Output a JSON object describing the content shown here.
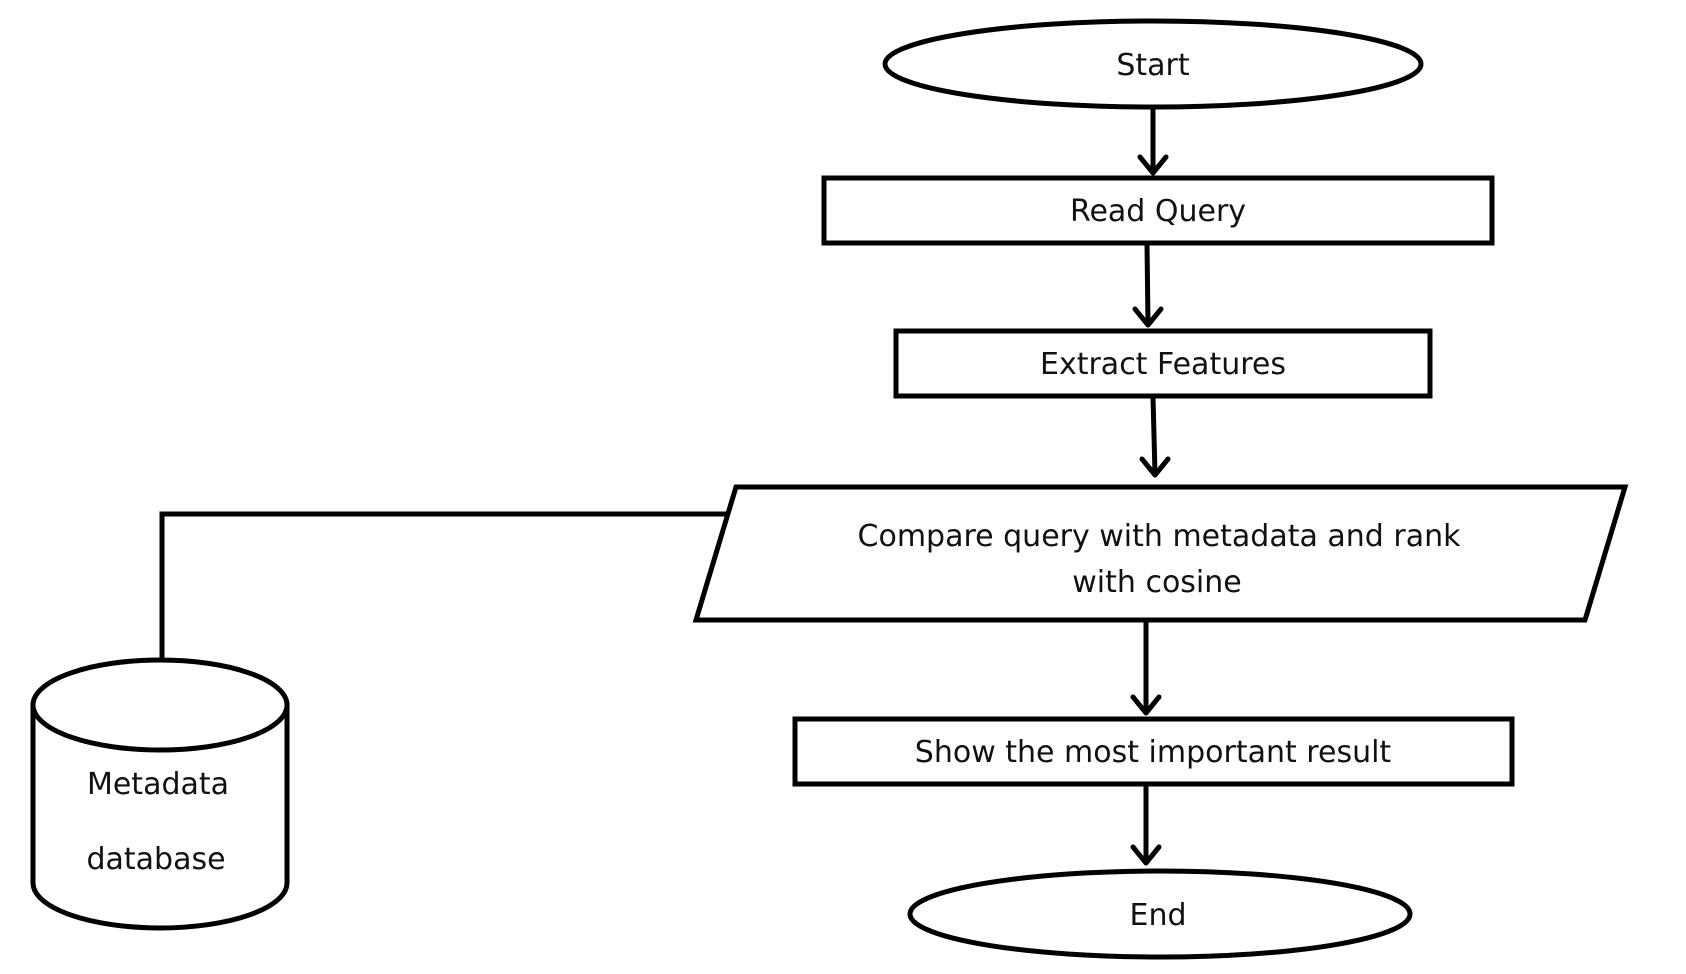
{
  "nodes": {
    "start": "Start",
    "read_query": "Read Query",
    "extract_features": "Extract Features",
    "compare_line1": "Compare query with metadata and rank",
    "compare_line2": "with cosine",
    "show_result": "Show the most important result",
    "end": "End",
    "database_line1": "Metadata",
    "database_line2": "database"
  }
}
